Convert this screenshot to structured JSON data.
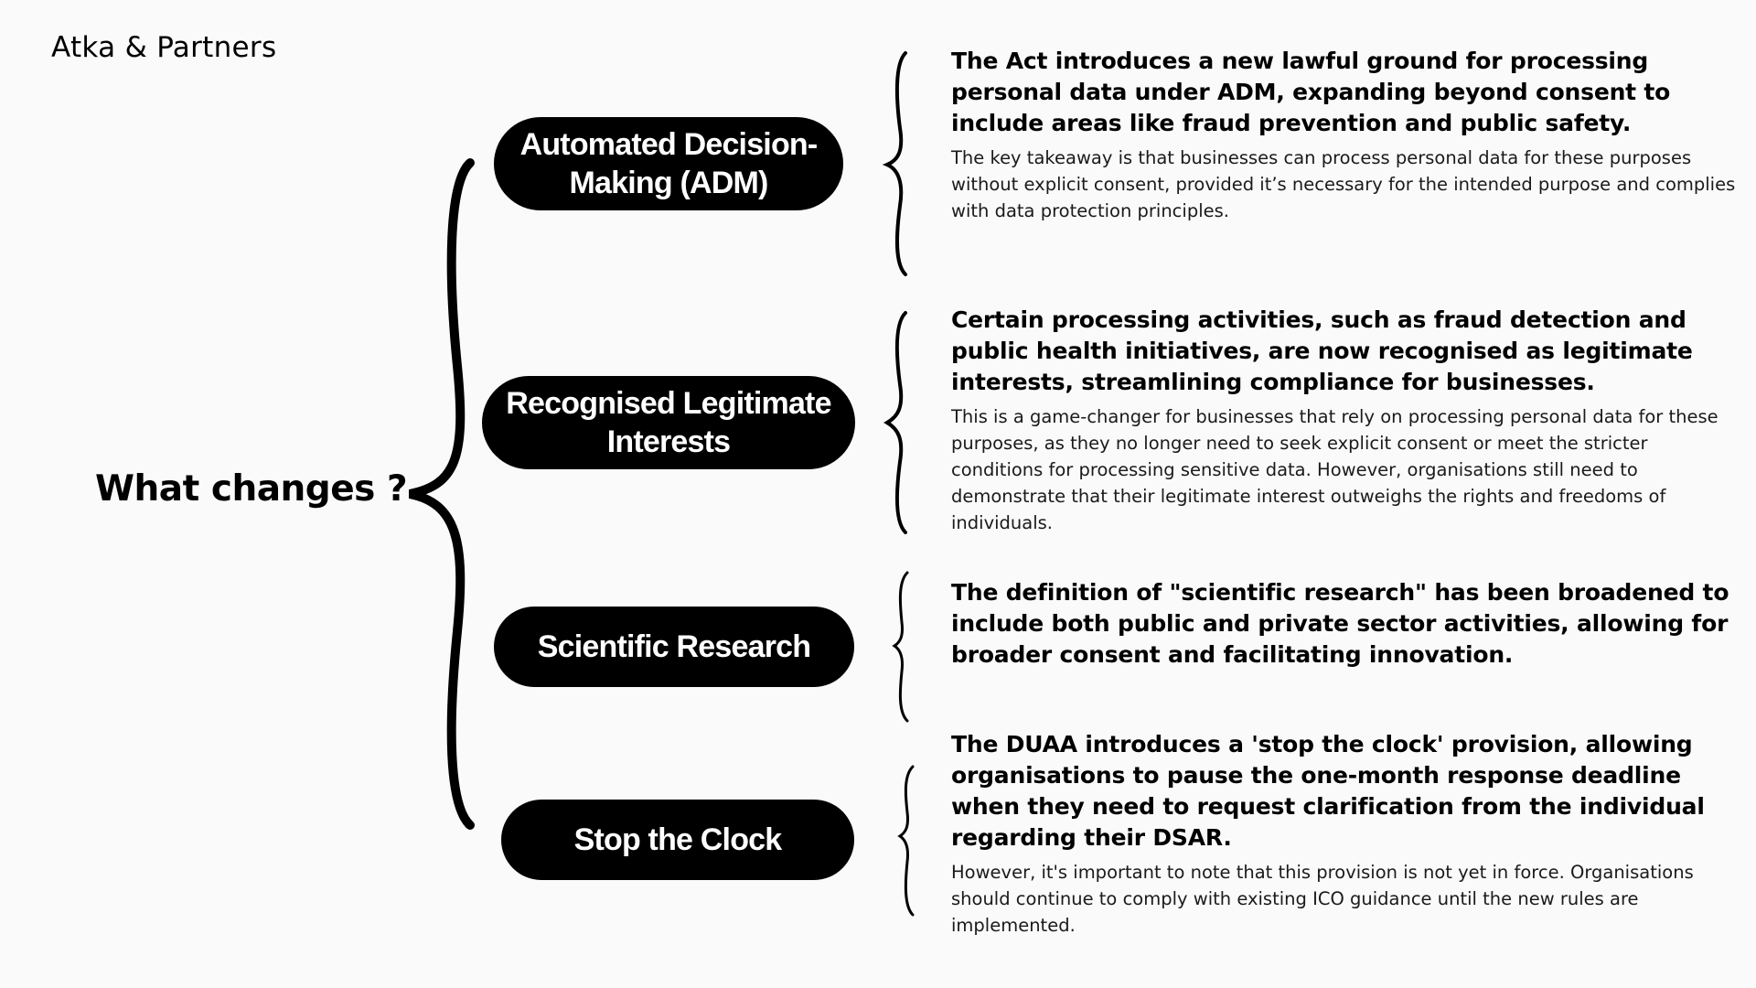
{
  "brand": "Atka & Partners",
  "main_label": "What changes ?",
  "items": [
    {
      "label": "Automated Decision-\nMaking (ADM)",
      "headline": "The Act introduces a new lawful ground for processing personal data under ADM, expanding beyond consent to include areas like fraud prevention and public safety.",
      "body": "The key takeaway is that businesses can process personal data for these purposes without explicit consent, provided it’s necessary for the intended purpose and complies with data protection principles."
    },
    {
      "label": "Recognised Legitimate\nInterests",
      "headline": "Certain processing activities, such as fraud detection and public health initiatives, are now recognised as legitimate interests, streamlining compliance for businesses.",
      "body": "This is a game-changer for businesses that rely on processing personal data for these purposes, as they no longer need to seek explicit consent or meet the stricter conditions for processing sensitive data. However, organisations still need to demonstrate that their legitimate interest outweighs the rights and freedoms of individuals."
    },
    {
      "label": "Scientific Research",
      "headline": "The definition of \"scientific research\" has been broadened to include both public and private sector activities, allowing for broader consent and facilitating innovation.",
      "body": ""
    },
    {
      "label": "Stop the Clock",
      "headline": "The DUAA introduces a 'stop the clock' provision, allowing organisations to pause the one-month response deadline when they need to request clarification from the individual regarding their DSAR.",
      "body": "However, it's important to note that this provision is not yet in force. Organisations should continue to comply with existing ICO guidance until the new rules are implemented."
    }
  ]
}
